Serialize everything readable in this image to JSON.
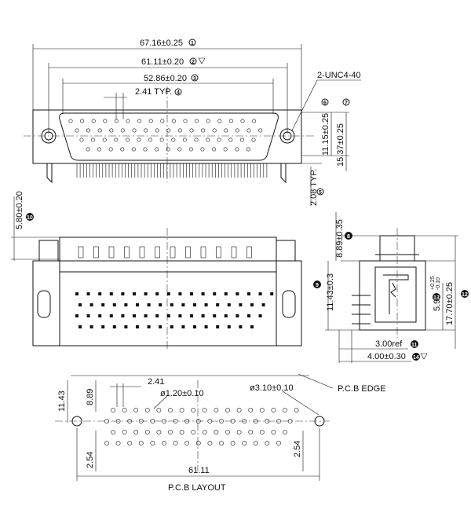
{
  "front_view": {
    "dim_overall": "67.16±0.25",
    "dim_overall_ref": "1",
    "dim_mount": "61.11±0.20",
    "dim_mount_ref": "2",
    "dim_shell": "52.86±0.20",
    "dim_shell_ref": "3",
    "dim_pitch": "2.41 TYP.",
    "dim_pitch_ref": "4",
    "thread_label": "2-UNC4-40",
    "ref_6": "6",
    "ref_7": "7",
    "dim_h1": "11.15±0.25",
    "dim_h2": "15.37±0.25",
    "dim_pin_pitch": "2.08 TYP.",
    "dim_pin_pitch_ref": "5"
  },
  "bottom_view": {
    "dim_height": "5.80±0.20",
    "dim_height_ref": "10"
  },
  "side_view": {
    "dim_a": "8.89±0.35",
    "dim_a_ref": "8",
    "dim_b": "11.43±0.3",
    "dim_b_ref": "9",
    "dim_c_main": "5.90",
    "dim_c_tol_plus": "+0.25",
    "dim_c_tol_minus": "-0.10",
    "dim_c_ref": "13",
    "dim_d": "17.70±0.25",
    "dim_d_ref": "12",
    "dim_e": "3.00ref",
    "dim_e_ref": "11",
    "dim_f": "4.00±0.30",
    "dim_f_ref": "14"
  },
  "pcb_layout": {
    "dim_row_pitch_top": "11.43",
    "dim_row_top2": "8.89",
    "dim_pitch": "2.41",
    "hole_small": "ø1.20±0.10",
    "hole_large": "ø3.10±0.10",
    "edge_label": "P.C.B EDGE",
    "dim_row_2_54_left": "2.54",
    "dim_row_2_54_right": "2.54",
    "dim_width": "61.11",
    "title": "P.C.B LAYOUT"
  }
}
